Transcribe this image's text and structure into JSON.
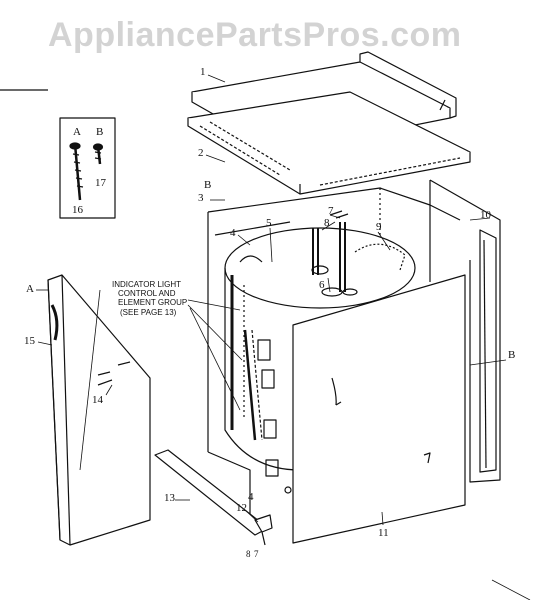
{
  "watermark": "AppliancePartsPros.com",
  "fastener_box": {
    "label_a": "A",
    "label_b": "B",
    "num_a": "16",
    "num_b": "17"
  },
  "note": {
    "line1": "INDICATOR LIGHT",
    "line2": "CONTROL AND",
    "line3": "ELEMENT GROUP",
    "line4": "(SEE PAGE 13)"
  },
  "callouts": {
    "c1": "1",
    "c2": "2",
    "c3": "3",
    "c3b": "B",
    "c4a": "4",
    "c4b": "4",
    "c5": "5",
    "c6": "6",
    "c7": "7",
    "c8": "8",
    "c9": "9",
    "c10": "10",
    "c11": "11",
    "c12": "12",
    "c13": "13",
    "c14": "14",
    "c15": "15",
    "c15a": "A",
    "cright_b": "B",
    "c8bottom": "8",
    "c7bottom": "7"
  }
}
